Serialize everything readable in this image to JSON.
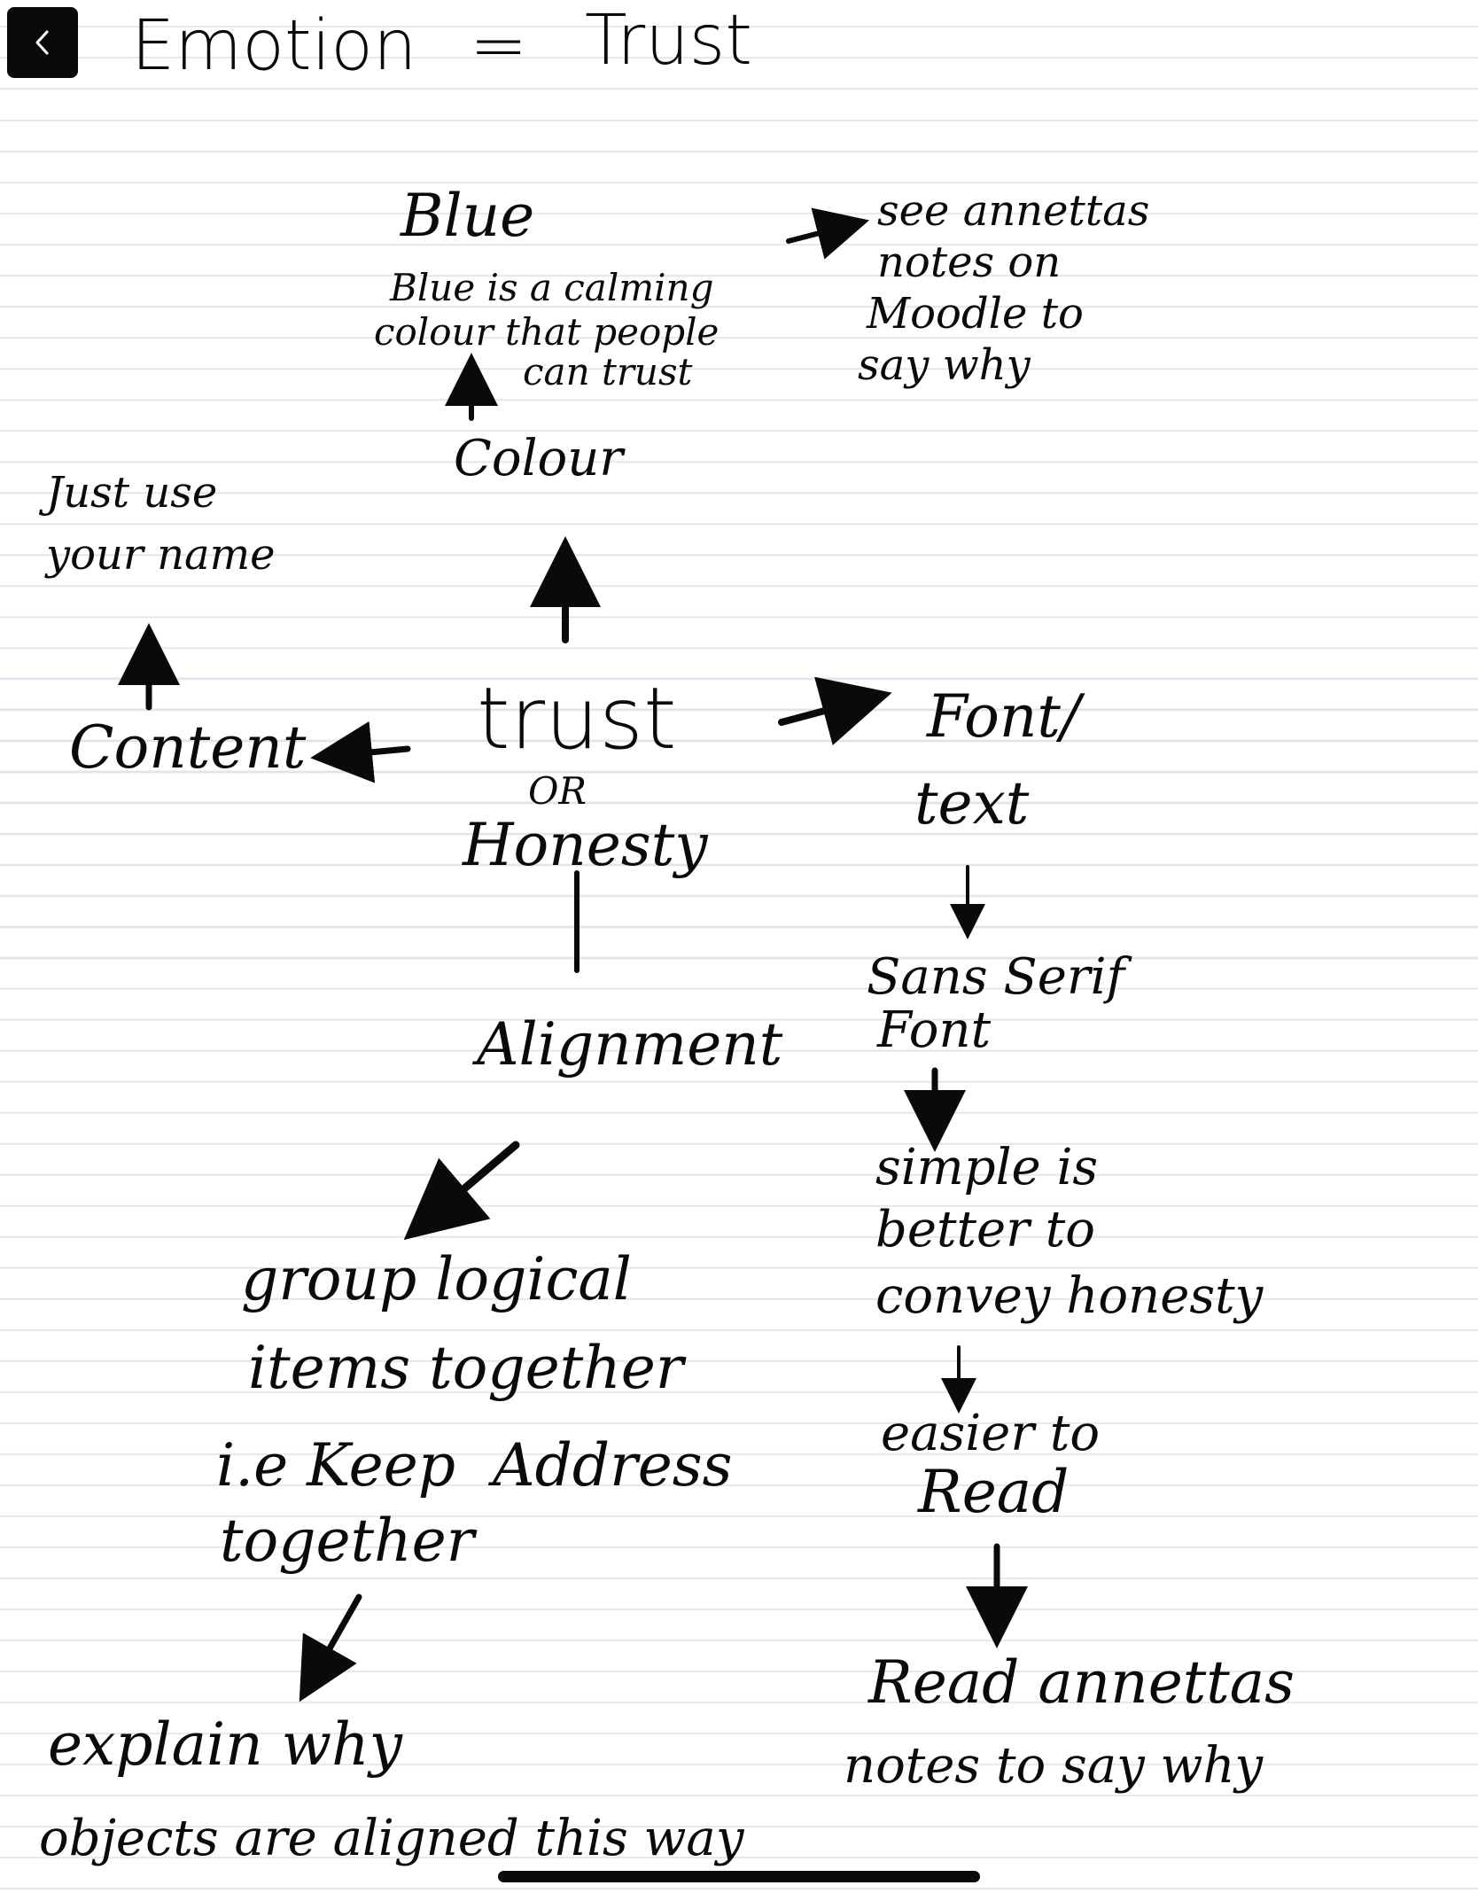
{
  "toolbar": {
    "back_icon": "chevron-left-icon"
  },
  "note": {
    "title_left": "Emotion",
    "title_equals": "=",
    "title_right": "Trust",
    "blue_heading": "Blue",
    "blue_desc_1": "Blue is a calming",
    "blue_desc_2": "colour that people",
    "blue_desc_3": "can trust",
    "see_note_arrow": "->",
    "see_note_1": "see annettas",
    "see_note_2": "notes on",
    "see_note_3": "Moodle to",
    "see_note_4": "say why",
    "colour_label": "Colour",
    "just_use_1": "Just use",
    "just_use_2": "your name",
    "content_label": "Content",
    "center_trust": "trust",
    "center_or": "OR",
    "center_honesty": "Honesty",
    "font_text_1": "Font/",
    "font_text_2": "text",
    "sans_serif_1": "Sans Serif",
    "sans_serif_2": "Font",
    "alignment_label": "Alignment",
    "simple_1": "simple is",
    "simple_2": "better to",
    "simple_3": "convey honesty",
    "group_1": "group logical",
    "group_2": "items together",
    "easier_1": "easier to",
    "easier_2": "Read",
    "keep_1": "i.e Keep  Address",
    "keep_2": "together",
    "read_1": "Read annettas",
    "read_2": "notes to say why",
    "explain_1": "explain why",
    "explain_2": "objects are aligned this way"
  },
  "colors": {
    "ink": "#0a0a0a",
    "paper": "#ffffff",
    "rule_line": "#dde6f0"
  }
}
